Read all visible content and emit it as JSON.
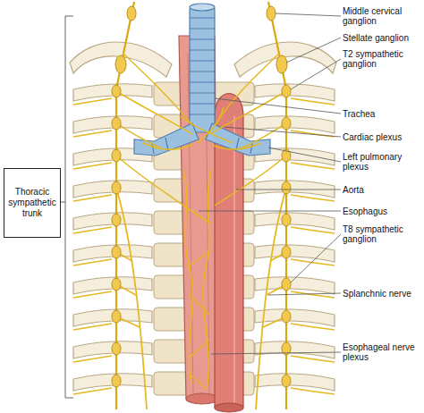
{
  "diagram": {
    "nodes": [
      {
        "text": [
          "Thoracic sympathetic trunk"
        ]
      }
    ],
    "labels": [
      "Middle cervical ganglion",
      "Stellate ganglion",
      "T2 sympathetic ganglion",
      "Trachea",
      "Cardiac plexus",
      "Left pulmonary plexus",
      "Aorta",
      "Esophagus",
      "T8 sympathetic ganglion",
      "Splanchnic nerve",
      "Esophageal nerve plexus"
    ]
  }
}
